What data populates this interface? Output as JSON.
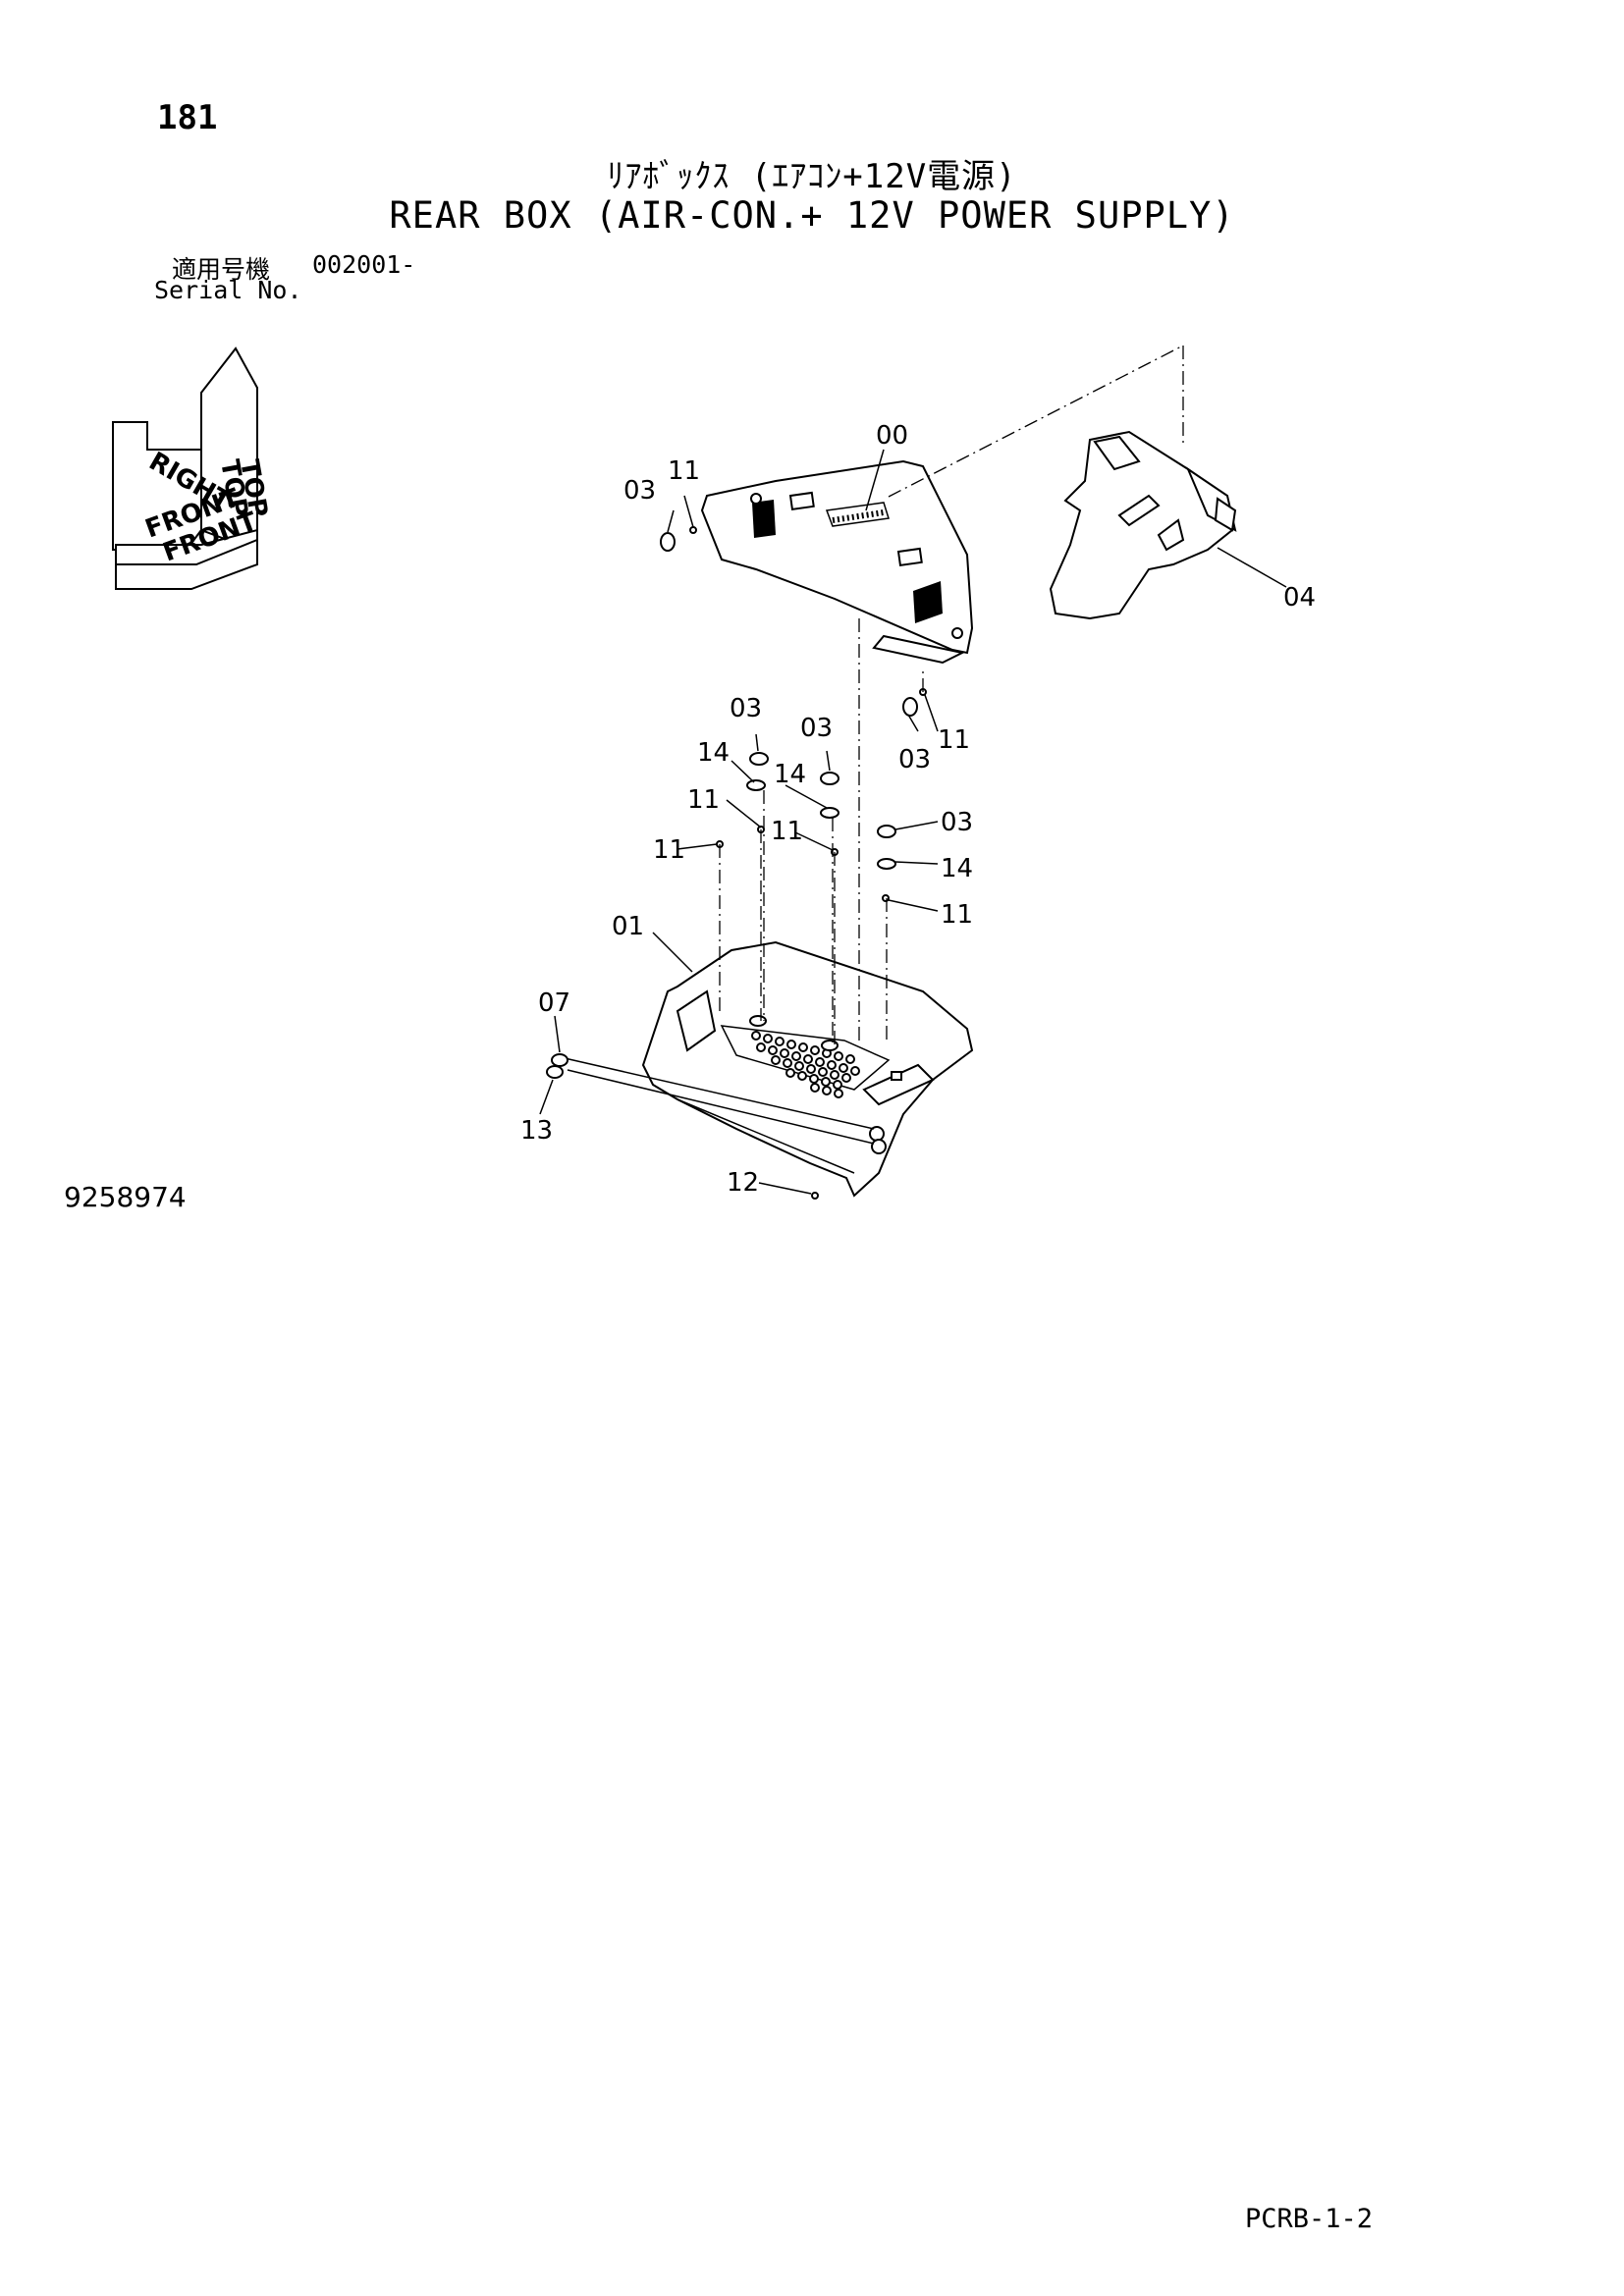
{
  "header": {
    "page_number": "181",
    "title_ja": "ﾘｱﾎﾞｯｸｽ (ｴｱｺﾝ+12V電源)",
    "title_en": "REAR BOX (AIR-CON.+ 12V POWER SUPPLY)",
    "serial_label_ja": "適用号機",
    "serial_value": "002001-",
    "serial_label_en": "Serial No."
  },
  "orientation": {
    "top": "TOP",
    "right": "RIGHT",
    "front": "FRONT"
  },
  "callouts": {
    "c00": "00",
    "c01": "01",
    "c03a": "03",
    "c03b": "03",
    "c03c": "03",
    "c03d": "03",
    "c03e": "03",
    "c04": "04",
    "c07": "07",
    "c11a": "11",
    "c11b": "11",
    "c11c": "11",
    "c11d": "11",
    "c11e": "11",
    "c11f": "11",
    "c12": "12",
    "c13": "13",
    "c14a": "14",
    "c14b": "14",
    "c14c": "14"
  },
  "footer": {
    "drawing_number": "9258974",
    "sheet_code": "PCRB-1-2"
  }
}
